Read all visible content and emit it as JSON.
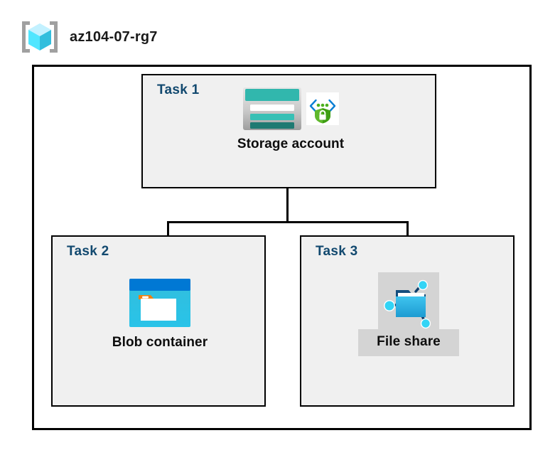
{
  "resource_group": {
    "icon": "resource-group-cube-icon",
    "name": "az104-07-rg7"
  },
  "colors": {
    "frame_border": "#000000",
    "task_box_fill": "#F0F0F0",
    "task_label": "#12496F",
    "caption_text": "#0d0d0d",
    "file_share_plate": "#D4D4D4",
    "storage_teal": "#31B7AD",
    "storage_teal_dark": "#1F7A72",
    "blob_blue": "#0078D4",
    "blob_cyan": "#32BEDD",
    "blob_tab_orange": "#F2800D",
    "shield_green": "#4CAF1F",
    "bracket_blue": "#0B7FD4",
    "cube_cyan": "#50E6FF",
    "bracket_gray": "#A0A0A0"
  },
  "tasks": [
    {
      "id": "task-1",
      "label": "Task 1",
      "node": {
        "caption": "Storage account",
        "icons": [
          "storage-account-icon",
          "secure-endpoint-shield-icon"
        ]
      }
    },
    {
      "id": "task-2",
      "label": "Task 2",
      "node": {
        "caption": "Blob container",
        "icons": [
          "blob-container-icon"
        ]
      }
    },
    {
      "id": "task-3",
      "label": "Task 3",
      "node": {
        "caption": "File share",
        "icons": [
          "file-share-folder-icon"
        ]
      }
    }
  ],
  "connectors": [
    {
      "name": "storage-to-children-trunk",
      "from": "task-1",
      "to": "bus"
    },
    {
      "name": "bus-to-blob-container",
      "from": "bus",
      "to": "task-2"
    },
    {
      "name": "bus-to-file-share",
      "from": "bus",
      "to": "task-3"
    }
  ]
}
